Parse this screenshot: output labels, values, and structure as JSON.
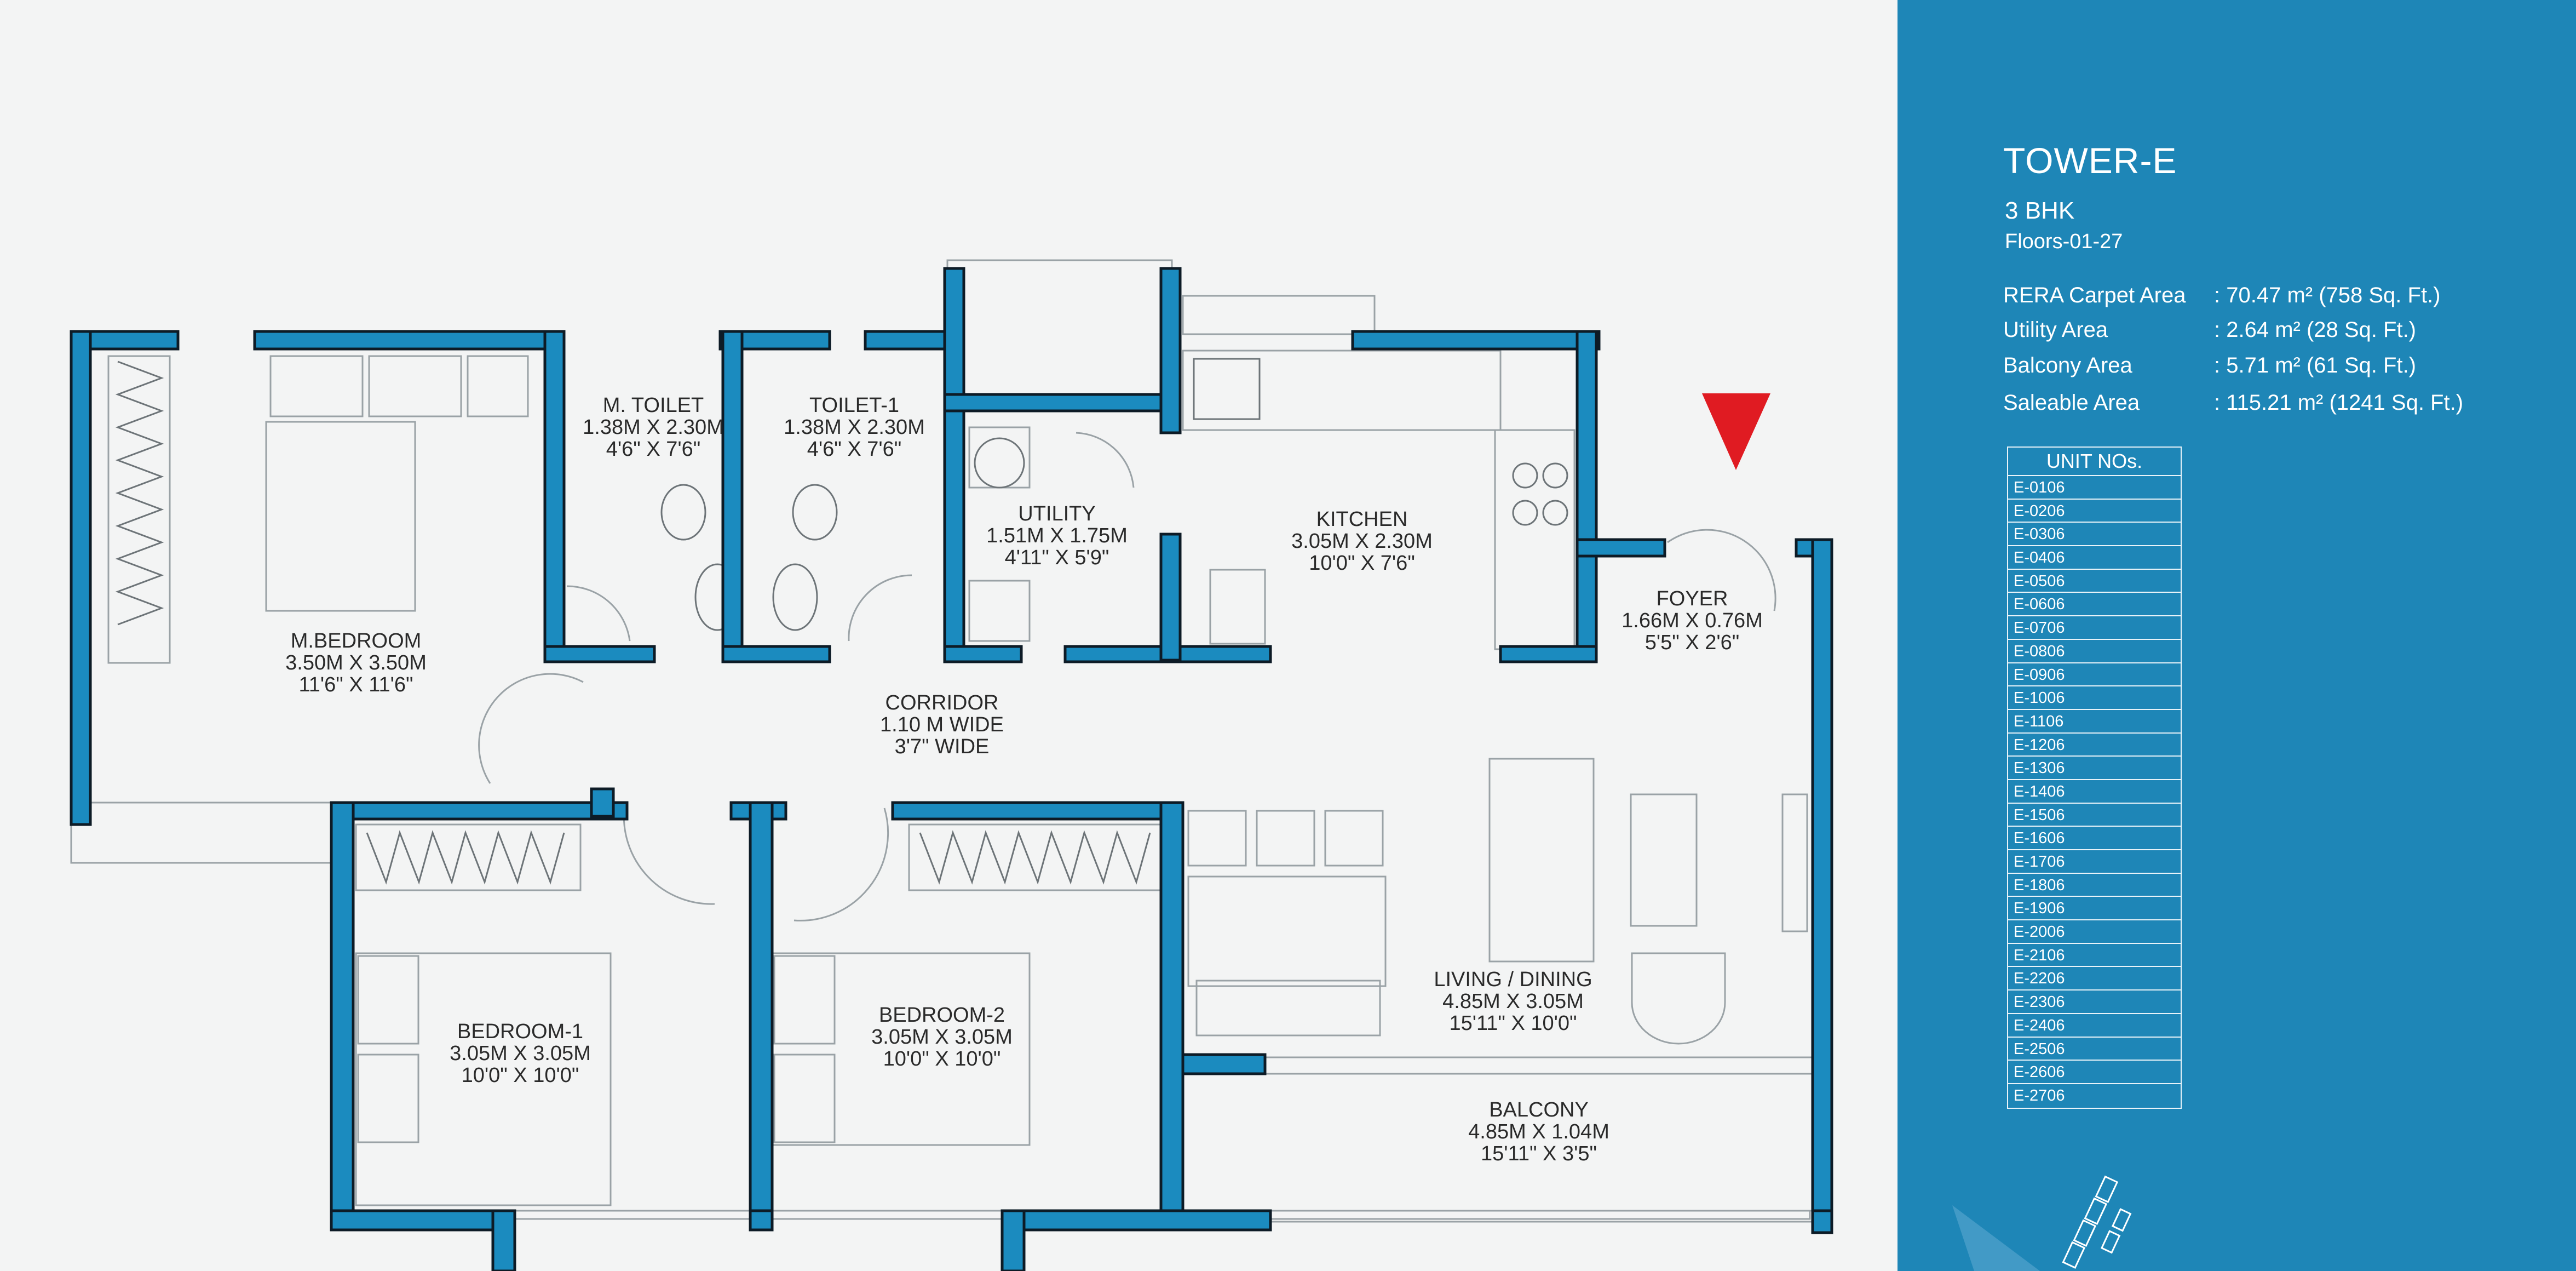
{
  "colors": {
    "accent": "#1e86b7",
    "wall": "#1b8bbf",
    "north_arrow": "#e01b22"
  },
  "rooms": {
    "m_bedroom": {
      "name": "M.BEDROOM",
      "dim_m": "3.50M X 3.50M",
      "dim_ft": "11'6\" X 11'6\""
    },
    "m_toilet": {
      "name": "M. TOILET",
      "dim_m": "1.38M X 2.30M",
      "dim_ft": "4'6\" X 7'6\""
    },
    "toilet_1": {
      "name": "TOILET-1",
      "dim_m": "1.38M X 2.30M",
      "dim_ft": "4'6\" X 7'6\""
    },
    "utility": {
      "name": "UTILITY",
      "dim_m": "1.51M X 1.75M",
      "dim_ft": "4'11\" X 5'9\""
    },
    "kitchen": {
      "name": "KITCHEN",
      "dim_m": "3.05M X 2.30M",
      "dim_ft": "10'0\" X 7'6\""
    },
    "foyer": {
      "name": "FOYER",
      "dim_m": "1.66M X 0.76M",
      "dim_ft": "5'5\" X 2'6\""
    },
    "corridor": {
      "name": "CORRIDOR",
      "dim_m": "1.10 M WIDE",
      "dim_ft": "3'7\" WIDE"
    },
    "bedroom_1": {
      "name": "BEDROOM-1",
      "dim_m": "3.05M X 3.05M",
      "dim_ft": "10'0\" X 10'0\""
    },
    "bedroom_2": {
      "name": "BEDROOM-2",
      "dim_m": "3.05M X 3.05M",
      "dim_ft": "10'0\" X 10'0\""
    },
    "living": {
      "name": "LIVING / DINING",
      "dim_m": "4.85M X 3.05M",
      "dim_ft": "15'11\" X 10'0\""
    },
    "balcony": {
      "name": "BALCONY",
      "dim_m": "4.85M X 1.04M",
      "dim_ft": "15'11\" X 3'5\""
    }
  },
  "info": {
    "tower": "TOWER-E",
    "type": "3 BHK",
    "floors": "Floors-01-27",
    "areas": [
      {
        "label": "RERA Carpet Area",
        "value": ":  70.47 m² (758 Sq. Ft.)"
      },
      {
        "label": "Utility Area",
        "value": ":  2.64 m² (28 Sq. Ft.)"
      },
      {
        "label": "Balcony Area",
        "value": ":  5.71 m² (61 Sq. Ft.)"
      },
      {
        "label": "Saleable Area",
        "value": ":  115.21 m² (1241 Sq. Ft.)"
      }
    ],
    "unit_header": "UNIT NOs.",
    "units": [
      "E-0106",
      "E-0206",
      "E-0306",
      "E-0406",
      "E-0506",
      "E-0606",
      "E-0706",
      "E-0806",
      "E-0906",
      "E-1006",
      "E-1106",
      "E-1206",
      "E-1306",
      "E-1406",
      "E-1506",
      "E-1606",
      "E-1706",
      "E-1806",
      "E-1906",
      "E-2006",
      "E-2106",
      "E-2206",
      "E-2306",
      "E-2406",
      "E-2506",
      "E-2606",
      "E-2706"
    ]
  },
  "icons": {
    "north": "north-arrow-icon",
    "key_plan": "key-plan-icon"
  }
}
